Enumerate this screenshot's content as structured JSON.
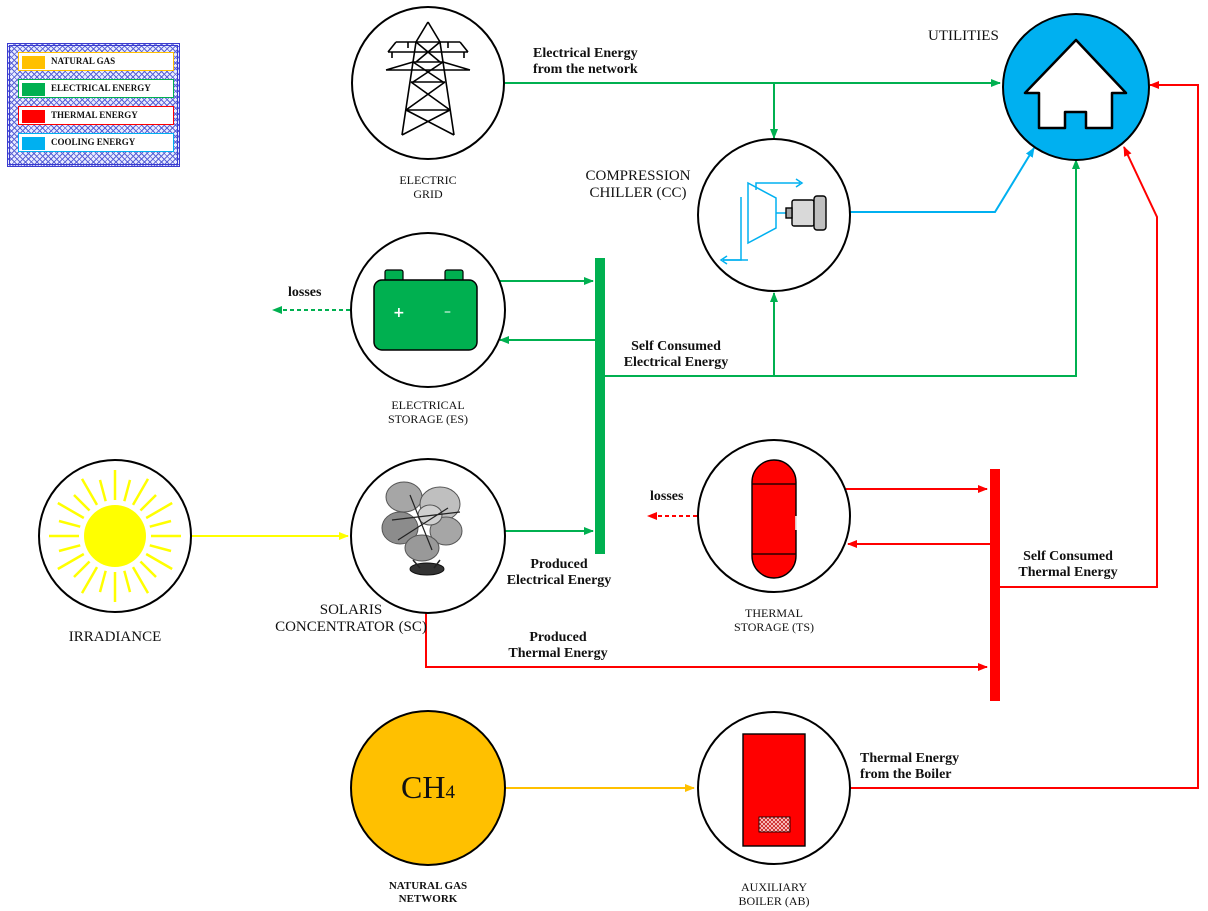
{
  "legend": {
    "items": [
      {
        "label": "NATURAL GAS",
        "color": "#ffc000"
      },
      {
        "label": "ELECTRICAL ENERGY",
        "color": "#00b050"
      },
      {
        "label": "THERMAL ENERGY",
        "color": "#ff0000"
      },
      {
        "label": "COOLING ENERGY",
        "color": "#00b0f0"
      }
    ]
  },
  "nodes": {
    "grid": {
      "line1": "ELECTRIC",
      "line2": "GRID"
    },
    "utilities": {
      "label": "UTILITIES"
    },
    "chiller": {
      "line1": "COMPRESSION",
      "line2": "CHILLER (CC)"
    },
    "es": {
      "line1": "ELECTRICAL",
      "line2": "STORAGE (ES)"
    },
    "irradiance": {
      "label": "IRRADIANCE"
    },
    "sc": {
      "line1": "SOLARIS",
      "line2": "CONCENTRATOR (SC)"
    },
    "ts": {
      "line1": "THERMAL",
      "line2": "STORAGE (TS)"
    },
    "gas": {
      "symbol": "CH",
      "subscript": "4",
      "line1": "NATURAL GAS",
      "line2": "NETWORK"
    },
    "boiler": {
      "line1": "AUXILIARY",
      "line2": "BOILER (AB)"
    }
  },
  "flows": {
    "grid_energy": {
      "line1": "Electrical Energy",
      "line2": "from the network"
    },
    "self_elec": {
      "line1": "Self Consumed",
      "line2": "Electrical Energy"
    },
    "prod_elec": {
      "line1": "Produced",
      "line2": "Electrical Energy"
    },
    "self_thermal": {
      "line1": "Self Consumed",
      "line2": "Thermal Energy"
    },
    "prod_thermal": {
      "line1": "Produced",
      "line2": "Thermal Energy"
    },
    "boiler_energy": {
      "line1": "Thermal Energy",
      "line2": "from the Boiler"
    },
    "es_losses": "losses",
    "ts_losses": "losses"
  },
  "battery": {
    "plus": "+",
    "minus": "–"
  },
  "colors": {
    "gas": "#ffc000",
    "electric": "#00b050",
    "thermal": "#ff0000",
    "cooling": "#00b0f0",
    "solar": "#ffff00",
    "utilities": "#00b0f0"
  }
}
